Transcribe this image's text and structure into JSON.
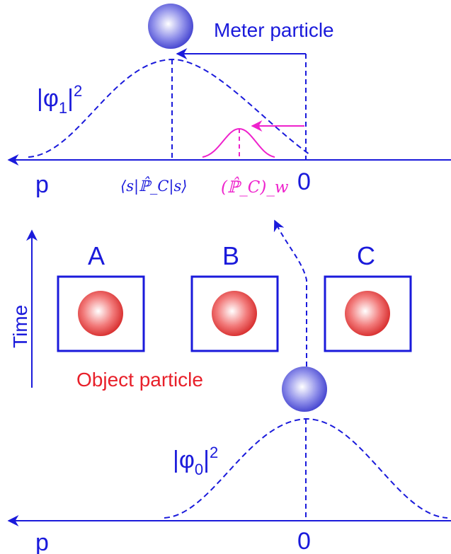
{
  "labels": {
    "meter_particle": "Meter particle",
    "object_particle": "Object particle",
    "time": "Time",
    "phi1_base": "|φ",
    "phi1_sub": "1",
    "phi1_bar": "|",
    "phi1_sup": "2",
    "phi0_base": "|φ",
    "phi0_sub": "0",
    "phi0_bar": "|",
    "phi0_sup": "2",
    "top_axis_p": "p",
    "top_axis_zero": "0",
    "bottom_axis_p": "p",
    "bottom_axis_zero": "0",
    "expectation_value": "⟨s|ℙ̂_C|s⟩",
    "weak_value": "(ℙ̂_C)_w"
  },
  "boxes": [
    {
      "label": "A"
    },
    {
      "label": "B"
    },
    {
      "label": "C"
    }
  ],
  "colors": {
    "blue": "#1a1adb",
    "magenta": "#ee22cc",
    "red": "#e8202a"
  }
}
